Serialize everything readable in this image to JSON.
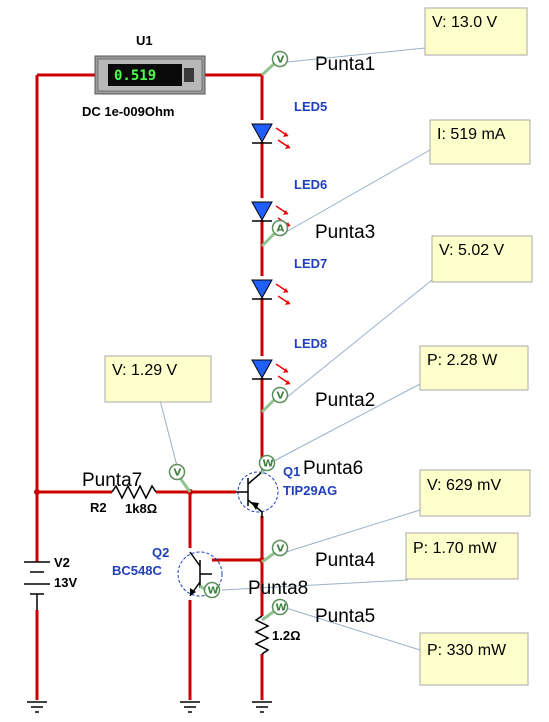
{
  "meter": {
    "name": "U1",
    "reading": "0.519",
    "mode": "DC  1e-009Ohm"
  },
  "leds": [
    "LED5",
    "LED6",
    "LED7",
    "LED8"
  ],
  "transistors": {
    "q1": {
      "ref": "Q1",
      "part": "TIP29AG"
    },
    "q2": {
      "ref": "Q2",
      "part": "BC548C"
    }
  },
  "resistors": {
    "r2": {
      "ref": "R2",
      "value": "1k8Ω"
    },
    "r_emitter": {
      "value": "1.2Ω"
    }
  },
  "source": {
    "ref": "V2",
    "value": "13V"
  },
  "probes": [
    {
      "id": "Punta1",
      "type": "V",
      "reading": "V: 13.0 V"
    },
    {
      "id": "Punta3",
      "type": "A",
      "reading": "I: 519 mA"
    },
    {
      "id": "Punta2",
      "type": "V",
      "reading": "V: 5.02 V"
    },
    {
      "id": "Punta6",
      "type": "W",
      "reading": "P: 2.28 W"
    },
    {
      "id": "Punta7",
      "type": "V",
      "reading": "V: 1.29 V"
    },
    {
      "id": "Punta4",
      "type": "V",
      "reading": "V: 629 mV"
    },
    {
      "id": "Punta8",
      "type": "W",
      "reading": "P: 1.70 mW"
    },
    {
      "id": "Punta5",
      "type": "W",
      "reading": "P: 330 mW"
    }
  ],
  "colors": {
    "wire": "#cc0000",
    "probe_box": "#ffffcc",
    "label_blue": "#1f3fbf",
    "led_fill": "#1f5fff",
    "led_arrows": "#ee0000"
  }
}
